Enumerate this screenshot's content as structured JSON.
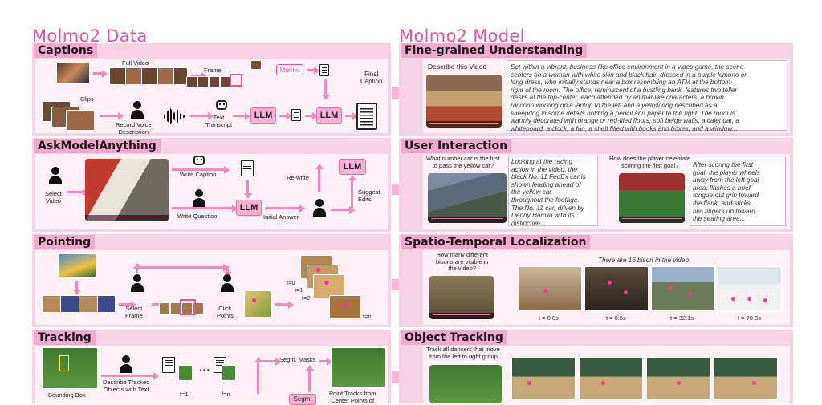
{
  "data_section": {
    "title": "Molmo2 Data"
  },
  "model_section": {
    "title": "Molmo2 Model"
  },
  "captions": {
    "heading": "Captions",
    "full_video": "Full Video",
    "frame": "Frame",
    "molmo": "Molmo",
    "clips": "Clips",
    "record_voice": "Record Voice\nDescription",
    "text_transcript": "Text\nTranscript",
    "llm": "LLM",
    "final_caption": "Final\nCaption"
  },
  "askmodel": {
    "heading": "AskModelAnything",
    "select_video": "Select\nVideo",
    "write_caption": "Write Caption",
    "write_question": "Write Question",
    "llm": "LLM",
    "rewrite": "Re-write",
    "llm2": "LLM",
    "initial_answer": "Initial Answer",
    "suggest_edits": "Suggest\nEdits"
  },
  "pointing": {
    "heading": "Pointing",
    "select_frame": "Select\nFrame",
    "click_points": "Click\nPoints",
    "t0": "t=0",
    "t1": "t=1",
    "t2": "t=2",
    "tn": "t=n"
  },
  "tracking": {
    "heading": "Tracking",
    "bbox": "Bounding Box",
    "describe": "Describe Tracked\nObjects with Text",
    "f1": "f=1",
    "fn": "f=n",
    "segm_masks": "Segm. Masks",
    "segm": "Segm.",
    "point_tracks": "Point Tracks from\nCenter Points of"
  },
  "fine_grained": {
    "heading": "Fine-grained Understanding",
    "prompt": "Describe this Video",
    "answer": "Set within a vibrant, business-like office environment in a video game, the scene\ncenters on a woman with white skin and black hair, dressed in a purple kimono or\nlong dress, who initially stands near a box resembling an ATM at the bottom-\nright of the room. The office, reminiscent of a bustling bank, features two teller\ndesks at the top-center, each attended by animal-like characters: a brown\nraccoon working on a laptop to the left and a yellow dog described as a\nsheepdog in some details holding a pencil and paper to the right. The room is\nwarmly decorated with orange or red-tiled floors, soft beige walls, a calendar, a\nwhiteboard, a clock, a fan, a shelf filled with books and boxes, and a window..."
  },
  "user_interaction": {
    "heading": "User Interaction",
    "q1": "What number car is the first\nto pass the yellow car?",
    "a1": "Looking at the racing\naction in the video, the\nblack No. 11 FedEx car is\nshown leading ahead of\nthe yellow car\nthroughout the footage.\nThe No. 11 car, driven by\nDenny Hamlin with its\ndistinctive ...",
    "q2": "How does the player celebrate\nscoring the first goal?",
    "a2": "After scoring the first\ngoal, the player wheels\naway from the left goal\narea, flashes a brief\ntongue-out grin toward\nthe flank, and sticks\ntwo fingers up toward\nthe seating area..."
  },
  "spatio_temporal": {
    "heading": "Spatio-Temporal Localization",
    "question": "How many different\nbisons are visible in\nthe video?",
    "answer": "There are 16 bison in the video",
    "t_labels": [
      "t = 0.0s",
      "t = 0.5s",
      "t = 32.1s",
      "t = 70.3s"
    ]
  },
  "object_tracking": {
    "heading": "Object Tracking",
    "prompt": "Track all dancers that move\nfrom the left to right group"
  },
  "colors": {
    "accent": "#ec4fa6",
    "panel": "#f8d3e6",
    "heading_bg": "#f2a9cf"
  }
}
